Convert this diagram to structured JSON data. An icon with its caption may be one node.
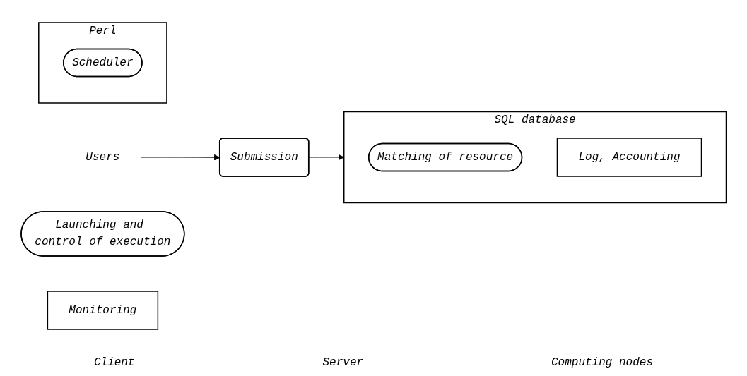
{
  "diagram": {
    "nodes": [
      {
        "text": [
          "Users"
        ]
      },
      {
        "text": [
          "Submission"
        ]
      },
      {
        "text": [
          "SQL database"
        ]
      },
      {
        "text": [
          "Matching of resource"
        ],
        "in": 2
      },
      {
        "text": [
          "Log, Accounting"
        ],
        "in": 2
      },
      {
        "text": [
          "Perl"
        ]
      },
      {
        "text": [
          "Scheduler"
        ],
        "in": 5
      },
      {
        "text": [
          "Launching and control of execution"
        ]
      },
      {
        "text": [
          "Monitoring"
        ]
      }
    ],
    "edges": [
      {
        "from": 0,
        "to": 1,
        "arrow": "to"
      },
      {
        "from": 1,
        "to": 2,
        "arrow": "to"
      }
    ],
    "labels": [
      "Client",
      "Server",
      "Computing nodes"
    ]
  }
}
